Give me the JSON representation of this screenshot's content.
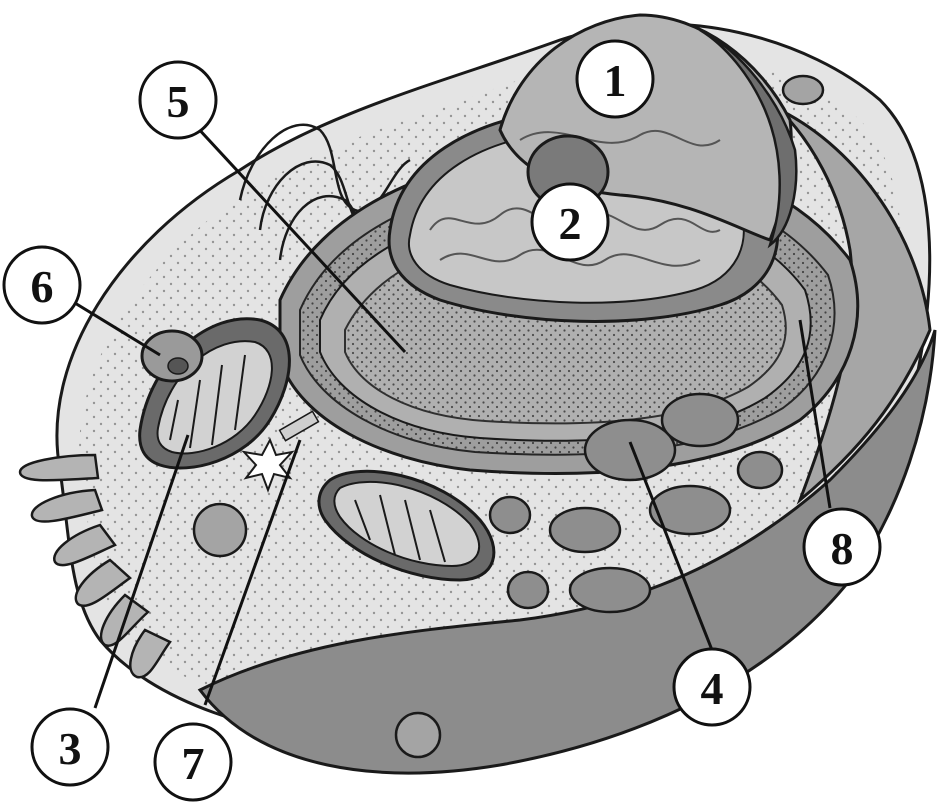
{
  "diagram": {
    "callouts": [
      {
        "id": "1",
        "label": "1"
      },
      {
        "id": "2",
        "label": "2"
      },
      {
        "id": "3",
        "label": "3"
      },
      {
        "id": "4",
        "label": "4"
      },
      {
        "id": "5",
        "label": "5"
      },
      {
        "id": "6",
        "label": "6"
      },
      {
        "id": "7",
        "label": "7"
      },
      {
        "id": "8",
        "label": "8"
      }
    ]
  },
  "colors": {
    "outline": "#1a1a1a",
    "cytoplasm": "#e6e6e6",
    "membrane": "#9a9a9a",
    "organelle_dark": "#6f6f6f",
    "organelle_mid": "#a8a8a8",
    "organelle_light": "#c9c9c9",
    "label_fill": "#ffffff"
  }
}
